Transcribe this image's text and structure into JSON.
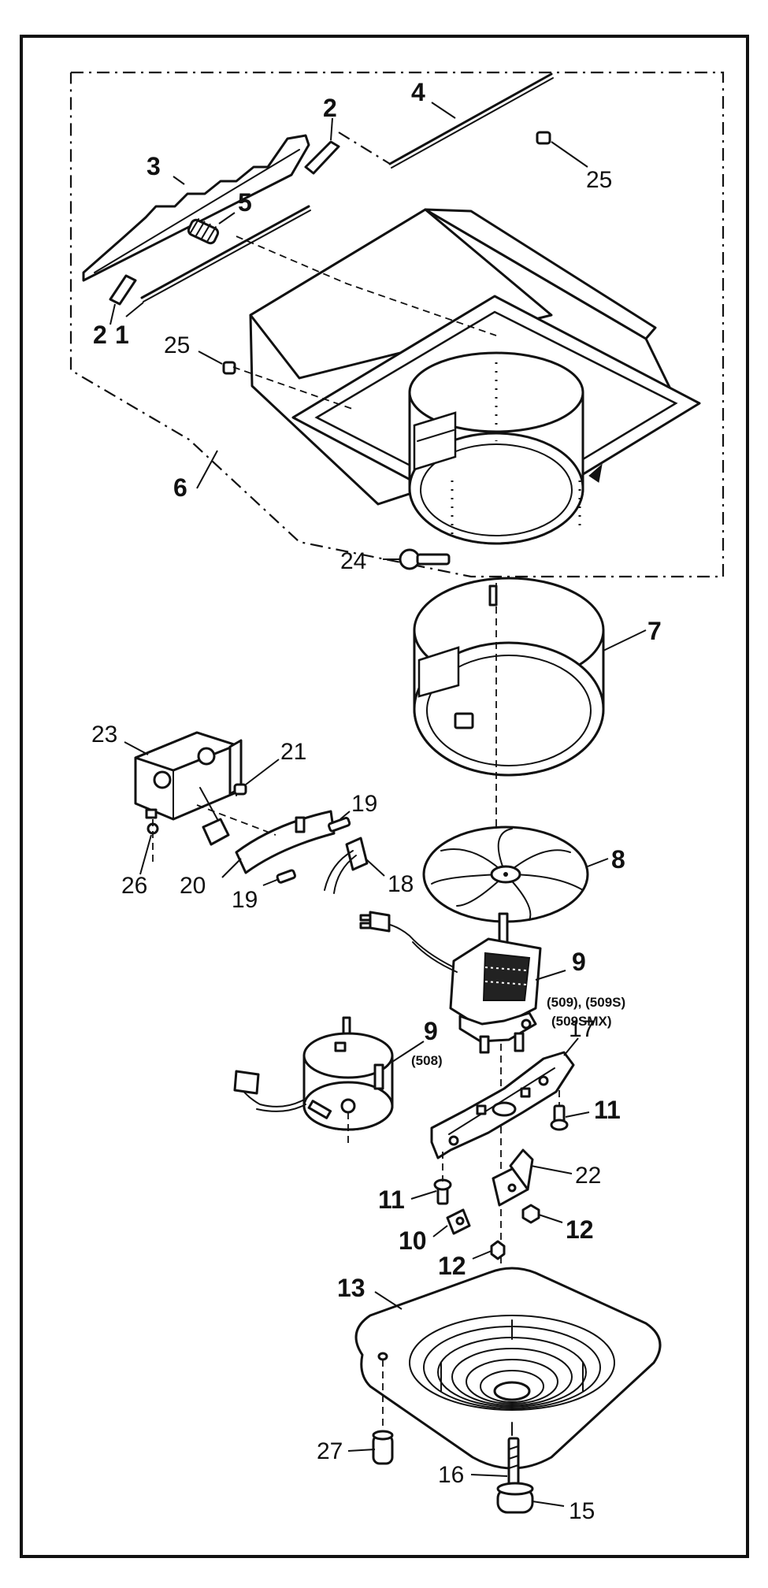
{
  "labels": {
    "n1": "1",
    "n2a": "2",
    "n2b": "2",
    "n3": "3",
    "n4": "4",
    "n5": "5",
    "n6": "6",
    "n7": "7",
    "n8": "8",
    "n9a": "9",
    "n9b": "9",
    "n10": "10",
    "n11a": "11",
    "n11b": "11",
    "n12a": "12",
    "n12b": "12",
    "n13": "13",
    "n15": "15",
    "n16": "16",
    "n17": "17",
    "n18": "18",
    "n19a": "19",
    "n19b": "19",
    "n20": "20",
    "n21": "21",
    "n22": "22",
    "n23": "23",
    "n24": "24",
    "n25a": "25",
    "n25b": "25",
    "n26": "26",
    "n27": "27"
  },
  "notes": {
    "motor_509": "(509), (509S)",
    "motor_509smx": "(509SMX)",
    "motor_508": "(508)"
  }
}
